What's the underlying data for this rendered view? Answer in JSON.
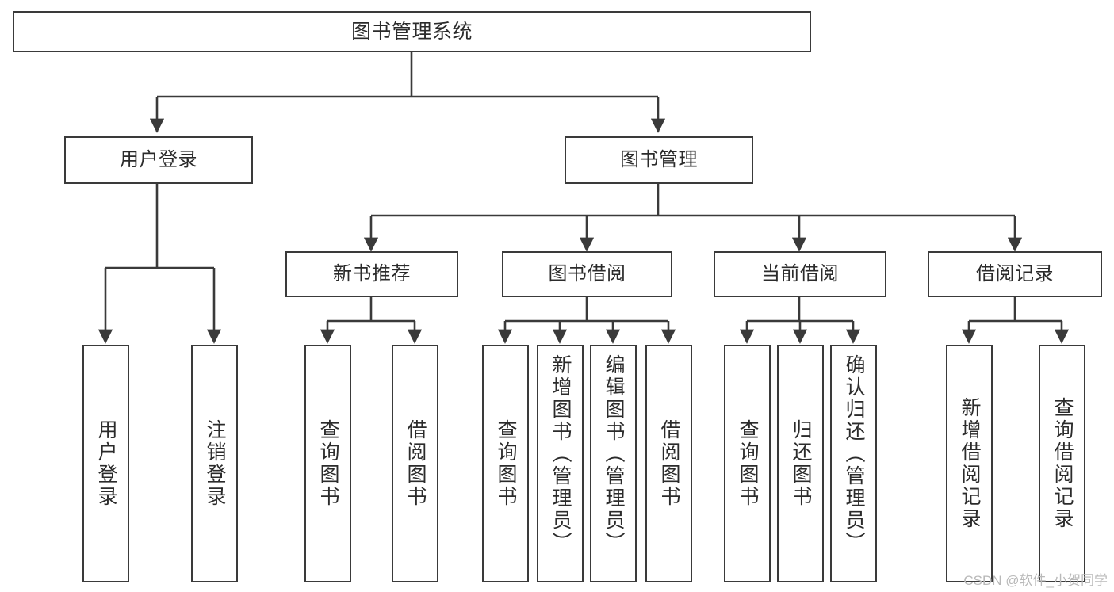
{
  "diagram": {
    "type": "tree",
    "title": "图书管理系统",
    "watermark": "CSDN @软件_小贺同学",
    "colors": {
      "stroke": "#3a3a3a",
      "text": "#2b2b2b",
      "background": "#ffffff",
      "watermark": "#b9b9b9"
    },
    "nodes": {
      "root": {
        "label": "图书管理系统"
      },
      "level1": [
        {
          "id": "user-login",
          "label": "用户登录"
        },
        {
          "id": "book-management",
          "label": "图书管理"
        }
      ],
      "level2": [
        {
          "id": "new-book-recommend",
          "label": "新书推荐",
          "parent": "book-management"
        },
        {
          "id": "book-borrow",
          "label": "图书借阅",
          "parent": "book-management"
        },
        {
          "id": "current-borrow",
          "label": "当前借阅",
          "parent": "book-management"
        },
        {
          "id": "borrow-record",
          "label": "借阅记录",
          "parent": "book-management"
        }
      ],
      "leaves": [
        {
          "id": "leaf-user-login",
          "label": "用户登录",
          "parent": "user-login"
        },
        {
          "id": "leaf-user-logout",
          "label": "注销登录",
          "parent": "user-login"
        },
        {
          "id": "leaf-query-book-1",
          "label": "查询图书",
          "parent": "new-book-recommend"
        },
        {
          "id": "leaf-borrow-book-1",
          "label": "借阅图书",
          "parent": "new-book-recommend"
        },
        {
          "id": "leaf-query-book-2",
          "label": "查询图书",
          "parent": "book-borrow"
        },
        {
          "id": "leaf-add-book",
          "label": "新增图书（管理员）",
          "parent": "book-borrow"
        },
        {
          "id": "leaf-edit-book",
          "label": "编辑图书（管理员）",
          "parent": "book-borrow"
        },
        {
          "id": "leaf-borrow-book-2",
          "label": "借阅图书",
          "parent": "book-borrow"
        },
        {
          "id": "leaf-query-book-3",
          "label": "查询图书",
          "parent": "current-borrow"
        },
        {
          "id": "leaf-return-book",
          "label": "归还图书",
          "parent": "current-borrow"
        },
        {
          "id": "leaf-confirm-return",
          "label": "确认归还（管理员）",
          "parent": "current-borrow"
        },
        {
          "id": "leaf-add-record",
          "label": "新增借阅记录",
          "parent": "borrow-record"
        },
        {
          "id": "leaf-query-record",
          "label": "查询借阅记录",
          "parent": "borrow-record"
        }
      ]
    }
  }
}
